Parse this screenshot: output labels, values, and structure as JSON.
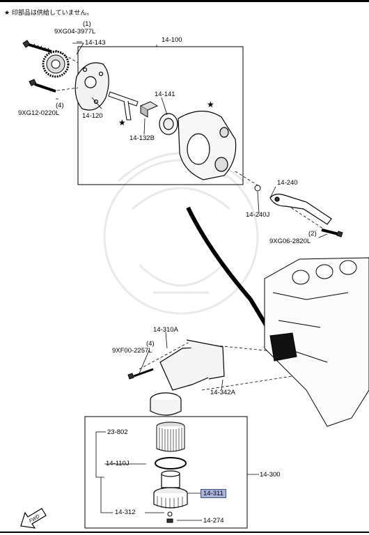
{
  "note": {
    "star_icon": "star-icon",
    "text": "★ 印部品は供給していません。"
  },
  "callouts": {
    "bolt_top_qty": "(1)",
    "bolt_top": "9XG04-3977L",
    "sprocket": "14-143",
    "pump_assy": "14-100",
    "bolt_left_qty": "(4)",
    "bolt_left": "9XG12-0220L",
    "pump_cover": "14-120",
    "rotor": "14-141",
    "shaft": "14-132B",
    "pipe": "14-240",
    "gasket_pipe": "14-240J",
    "bolt_pipe_qty": "(2)",
    "bolt_pipe": "9XG06-2820L",
    "filter_body": "14-310A",
    "bolt_body_qty": "(4)",
    "bolt_body": "9XF00-2257L",
    "gasket_body": "14-342A",
    "filter_elem": "23-802",
    "oring": "14-110J",
    "filter_assy": "14-300",
    "filter_cover": "14-311",
    "oring_small": "14-312",
    "drain_plug": "14-274"
  },
  "highlight_color": "#a9b4dc",
  "fwd_icon": "fwd-arrow-icon"
}
